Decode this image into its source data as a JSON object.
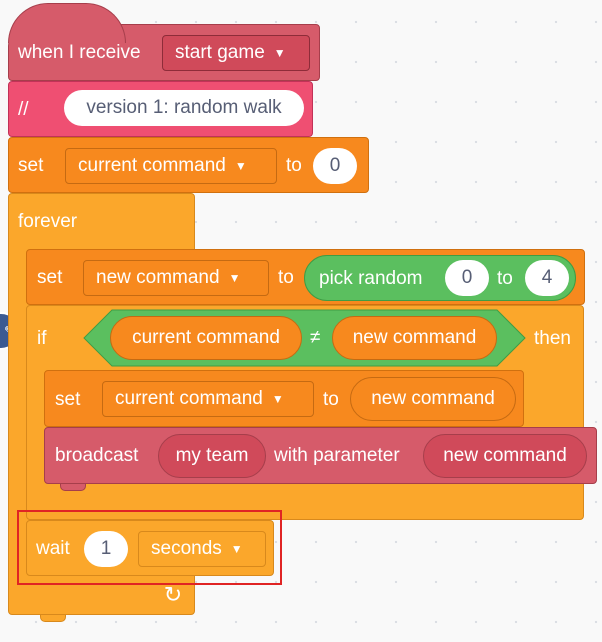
{
  "script": {
    "hat": {
      "label": "when I receive",
      "message": "start game"
    },
    "comment": {
      "prefix": "//",
      "text": "version 1: random walk"
    },
    "set_initial": {
      "label": "set",
      "variable": "current command",
      "to_label": "to",
      "value": "0"
    },
    "forever": {
      "label": "forever",
      "loop_icon": "loop-arrow-icon"
    },
    "set_random": {
      "label": "set",
      "variable": "new command",
      "to_label": "to",
      "reporter": {
        "label": "pick random",
        "from": "0",
        "to_label": "to",
        "to": "4"
      }
    },
    "if_block": {
      "label": "if",
      "then_label": "then",
      "condition": {
        "left": "current command",
        "operator": "≠",
        "right": "new command"
      }
    },
    "set_current": {
      "label": "set",
      "variable": "current command",
      "to_label": "to",
      "value": "new command"
    },
    "broadcast": {
      "label": "broadcast",
      "message": "my team",
      "param_label": "with parameter",
      "param": "new command"
    },
    "wait": {
      "label": "wait",
      "value": "1",
      "unit": "seconds"
    }
  },
  "icons": {
    "dropdown": "▼",
    "loop": "↻"
  },
  "colors": {
    "events": "#d65b6a",
    "comment": "#ef4f72",
    "variables": "#f7891e",
    "control": "#fba72b",
    "operators": "#5bbf5f",
    "highlight": "#e02424"
  }
}
